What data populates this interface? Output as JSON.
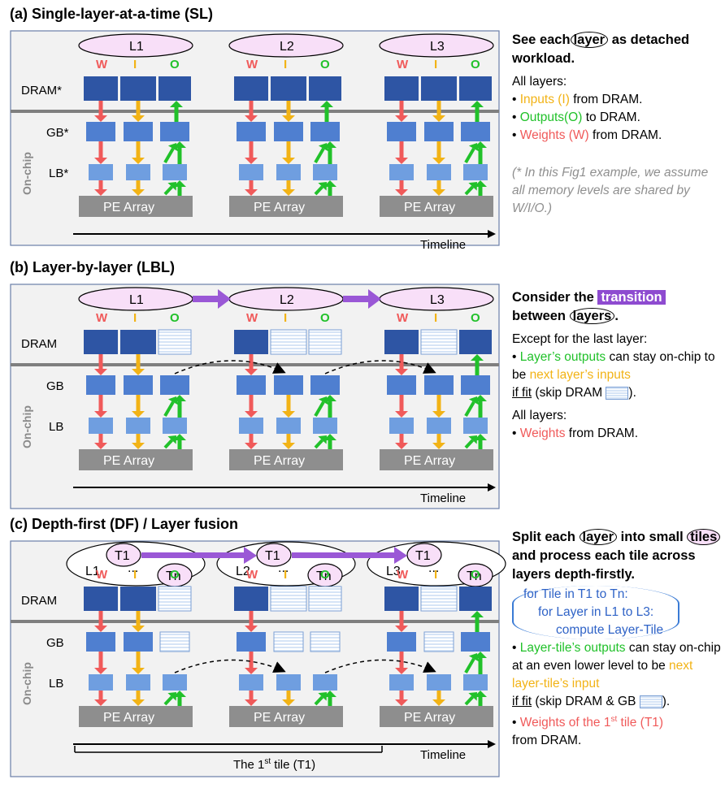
{
  "panels": [
    {
      "title": "(a) Single-layer-at-a-time (SL)",
      "layers": [
        "L1",
        "L2",
        "L3"
      ],
      "mem_labels": [
        "DRAM*",
        "GB*",
        "LB*"
      ],
      "onchip_label": "On-chip",
      "pe_label": "PE Array",
      "timeline_label": "Timeline",
      "wio": [
        "W",
        "I",
        "O"
      ]
    },
    {
      "title": "(b) Layer-by-layer (LBL)",
      "layers": [
        "L1",
        "L2",
        "L3"
      ],
      "mem_labels": [
        "DRAM",
        "GB",
        "LB"
      ],
      "onchip_label": "On-chip",
      "pe_label": "PE Array",
      "timeline_label": "Timeline",
      "wio": [
        "W",
        "I",
        "O"
      ]
    },
    {
      "title": "(c) Depth-first (DF) / Layer fusion",
      "layers": [
        "L1",
        "L2",
        "L3"
      ],
      "tile_first": "T1",
      "tile_last": "Tn",
      "ellipsis": "...",
      "mem_labels": [
        "DRAM",
        "GB",
        "LB"
      ],
      "onchip_label": "On-chip",
      "pe_label": "PE Array",
      "timeline_label": "Timeline",
      "tile_caption_pre": "The 1",
      "tile_caption_sup": "st",
      "tile_caption_post": " tile (T1)",
      "wio": [
        "W",
        "I",
        "O"
      ]
    }
  ],
  "right_a": {
    "h1": "See each",
    "h_pill": "layer",
    "h2": " as detached workload",
    "h3": ".",
    "all_layers": "All layers:",
    "b1_col": "Inputs (I)",
    "b1_rest": " from DRAM.",
    "b2_col": "Outputs(O)",
    "b2_rest": " to DRAM.",
    "b3_col": "Weights (W)",
    "b3_rest": " from DRAM.",
    "note": "(* In this Fig1 example, we assume all memory levels are shared by W/I/O.)"
  },
  "right_b": {
    "h1": "Consider the ",
    "h_tag": "transition",
    "h2": "between ",
    "h_pill": "layers",
    "h3": ".",
    "except": "Except for the last layer:",
    "p1_col": "Layer’s outputs",
    "p1_mid": " can stay on-chip to be ",
    "p1_col2": "next layer’s inputs",
    "p1_if": "if fit",
    "p1_end": " (skip DRAM ",
    "p1_close": ").",
    "all_layers": "All layers:",
    "w_col": "Weights",
    "w_rest": " from DRAM."
  },
  "right_c": {
    "h1": "Split each ",
    "h_pill1": "layer",
    "h2": " into small ",
    "h_pill2": "tiles",
    "h3": " and process each tile across layers depth-firstly.",
    "code1": "for Tile in T1 to Tn:",
    "code2": "for Layer in L1 to L3:",
    "code3": "compute Layer-Tile",
    "p1_col": "Layer-tile’s outputs",
    "p1_mid": " can stay on-chip at an even lower level to be ",
    "p1_col2": "next layer-tile’s input",
    "p1_if": "if fit",
    "p1_end": " (skip DRAM & GB ",
    "p1_close": ").",
    "w_col": "Weights of the 1",
    "w_sup": "st",
    "w_col2": " tile (T1)",
    "w_rest": "from DRAM."
  },
  "colors": {
    "weight": "#f05a5a",
    "input": "#f2b316",
    "output": "#21c12a",
    "dram_block": "#2e55a4",
    "gb_block": "#4f7fd0",
    "lb_block": "#6f9ee0",
    "pe": "#8e8e8e",
    "panel_bg": "#f2f2f2",
    "layer_pill": "#f8dff8",
    "transition": "#9a58d6"
  }
}
